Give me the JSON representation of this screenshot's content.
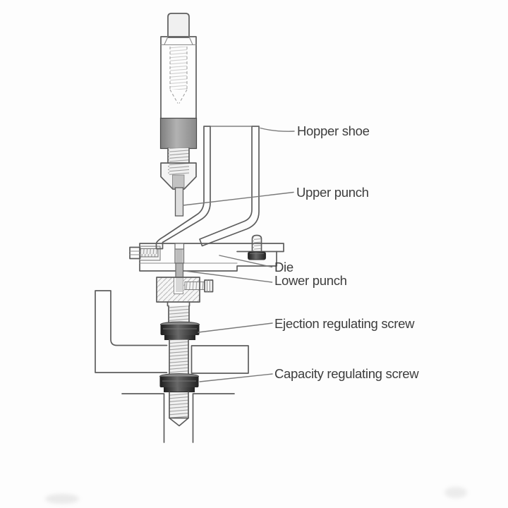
{
  "diagram": {
    "labels": {
      "hopper_shoe": "Hopper shoe",
      "upper_punch": "Upper punch",
      "die": "Die",
      "lower_punch": "Lower punch",
      "ejection_screw": "Ejection regulating screw",
      "capacity_screw": "Capacity regulating screw"
    },
    "colors": {
      "background": "#fdfdfd",
      "outline": "#5d5d5d",
      "dark_metal": "#242424",
      "collar_gray": "#9a9a9a",
      "thread_line": "#9b9b9b",
      "label_text": "#3d3d3d",
      "leader_line": "#7a7a7a"
    }
  }
}
